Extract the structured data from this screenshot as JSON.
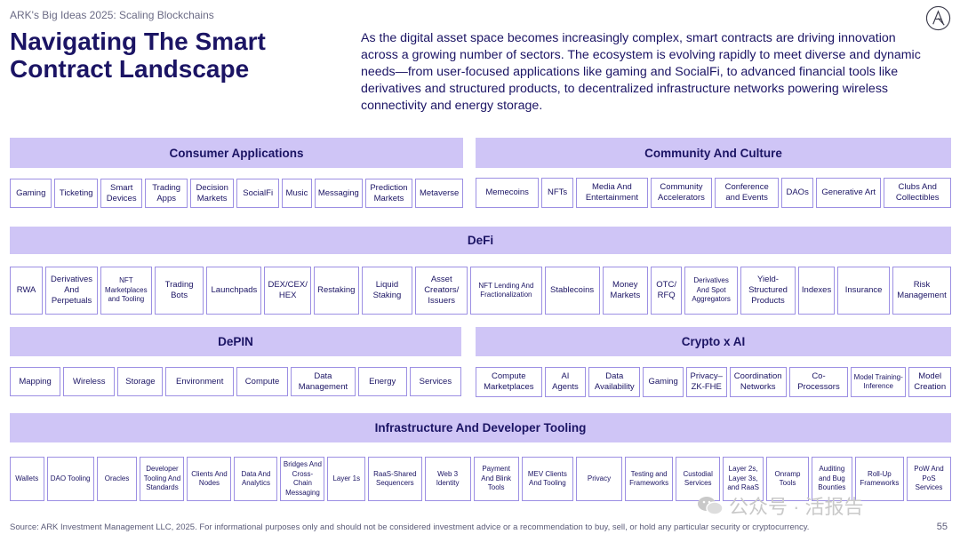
{
  "header": {
    "supertitle": "ARK's Big Ideas 2025: Scaling Blockchains",
    "title": "Navigating The Smart Contract Landscape",
    "intro": "As the digital asset space becomes increasingly complex, smart contracts are driving innovation across a growing number of sectors. The ecosystem is evolving rapidly to meet diverse and dynamic needs—from user-focused applications like gaming and SocialFi, to advanced financial tools like derivatives and structured products, to decentralized infrastructure networks powering wireless connectivity and energy storage."
  },
  "logo": {
    "icon": "ark-logo-icon"
  },
  "sections": {
    "consumer": {
      "title": "Consumer Applications",
      "items": [
        "Gaming",
        "Ticketing",
        "Smart Devices",
        "Trading Apps",
        "Decision Markets",
        "SocialFi",
        "Music",
        "Messaging",
        "Prediction Markets",
        "Metaverse"
      ]
    },
    "community": {
      "title": "Community And Culture",
      "items": [
        "Memecoins",
        "NFTs",
        "Media And Entertainment",
        "Community Accelerators",
        "Conference and Events",
        "DAOs",
        "Generative Art",
        "Clubs And Collectibles"
      ]
    },
    "defi": {
      "title": "DeFi",
      "items": [
        "RWA",
        "Derivatives And Perpetuals",
        "NFT Marketplaces and Tooling",
        "Trading Bots",
        "Launchpads",
        "DEX/CEX/ HEX",
        "Restaking",
        "Liquid Staking",
        "Asset Creators/ Issuers",
        "NFT Lending And Fractionalization",
        "Stablecoins",
        "Money Markets",
        "OTC/ RFQ",
        "Derivatives And Spot Aggregators",
        "Yield-Structured Products",
        "Indexes",
        "Insurance",
        "Risk Management"
      ]
    },
    "depin": {
      "title": "DePIN",
      "items": [
        "Mapping",
        "Wireless",
        "Storage",
        "Environment",
        "Compute",
        "Data Management",
        "Energy",
        "Services"
      ]
    },
    "cryptoai": {
      "title": "Crypto x AI",
      "items": [
        "Compute Marketplaces",
        "AI Agents",
        "Data Availability",
        "Gaming",
        "Privacy–ZK-FHE",
        "Coordination Networks",
        "Co-Processors",
        "Model Training-Inference",
        "Model Creation"
      ]
    },
    "infra": {
      "title": "Infrastructure And Developer Tooling",
      "items": [
        "Wallets",
        "DAO Tooling",
        "Oracles",
        "Developer Tooling And Standards",
        "Clients And Nodes",
        "Data And Analytics",
        "Bridges And Cross-Chain Messaging",
        "Layer 1s",
        "RaaS-Shared Sequencers",
        "Web 3 Identity",
        "Payment And Blink Tools",
        "MEV Clients And Tooling",
        "Privacy",
        "Testing and Frameworks",
        "Custodial Services",
        "Layer 2s, Layer 3s, and RaaS",
        "Onramp Tools",
        "Auditing and Bug Bounties",
        "Roll-Up Frameworks",
        "PoW And PoS Services"
      ]
    }
  },
  "footer": {
    "source": "Source: ARK Investment Management LLC, 2025. For informational purposes only and should not be considered investment advice or a recommendation to buy, sell, or hold any particular security or cryptocurrency.",
    "page_number": "55"
  },
  "watermark": {
    "icon": "wechat-icon",
    "text": "公众号 · 活报告"
  }
}
